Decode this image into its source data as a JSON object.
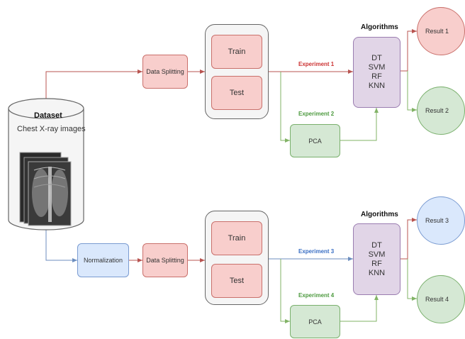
{
  "dataset": {
    "title": "Dataset",
    "subtitle": "Chest X-ray images"
  },
  "pipeline_top": {
    "splitting": "Data Splitting",
    "train": "Train",
    "test": "Test",
    "experiment_a": "Experiment 1",
    "experiment_b": "Experiment 2",
    "pca": "PCA",
    "algorithms_title": "Algorithms",
    "algorithms": [
      "DT",
      "SVM",
      "RF",
      "KNN"
    ],
    "result_a": "Result 1",
    "result_b": "Result 2"
  },
  "pipeline_bottom": {
    "normalization": "Normalization",
    "splitting": "Data Splitting",
    "train": "Train",
    "test": "Test",
    "experiment_a": "Experiment 3",
    "experiment_b": "Experiment 4",
    "pca": "PCA",
    "algorithms_title": "Algorithms",
    "algorithms": [
      "DT",
      "SVM",
      "RF",
      "KNN"
    ],
    "result_a": "Result 3",
    "result_b": "Result 4"
  },
  "colors": {
    "red_edge": "#b85450",
    "green_edge": "#82b366",
    "blue_edge": "#6c8ebf",
    "experiment_red": "#cc3333",
    "experiment_green": "#4d9a3f",
    "experiment_blue": "#3a6fc4"
  }
}
